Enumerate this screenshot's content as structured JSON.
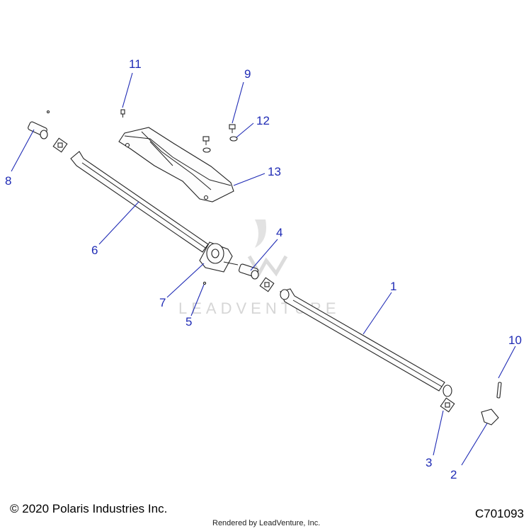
{
  "callouts": [
    {
      "id": "1",
      "label": "1"
    },
    {
      "id": "2",
      "label": "2"
    },
    {
      "id": "3",
      "label": "3"
    },
    {
      "id": "4",
      "label": "4"
    },
    {
      "id": "5",
      "label": "5"
    },
    {
      "id": "6",
      "label": "6"
    },
    {
      "id": "7",
      "label": "7"
    },
    {
      "id": "8",
      "label": "8"
    },
    {
      "id": "9",
      "label": "9"
    },
    {
      "id": "10",
      "label": "10"
    },
    {
      "id": "11",
      "label": "11"
    },
    {
      "id": "12",
      "label": "12"
    },
    {
      "id": "13",
      "label": "13"
    }
  ],
  "watermark": "LEADVENTURE",
  "footer": {
    "copyright": "© 2020 Polaris Industries Inc.",
    "rendered_by": "Rendered by LeadVenture, Inc.",
    "drawing_id": "C701093"
  },
  "colors": {
    "callout": "#1f2bb5",
    "line": "#222222",
    "watermark": "#d6d6d6"
  }
}
